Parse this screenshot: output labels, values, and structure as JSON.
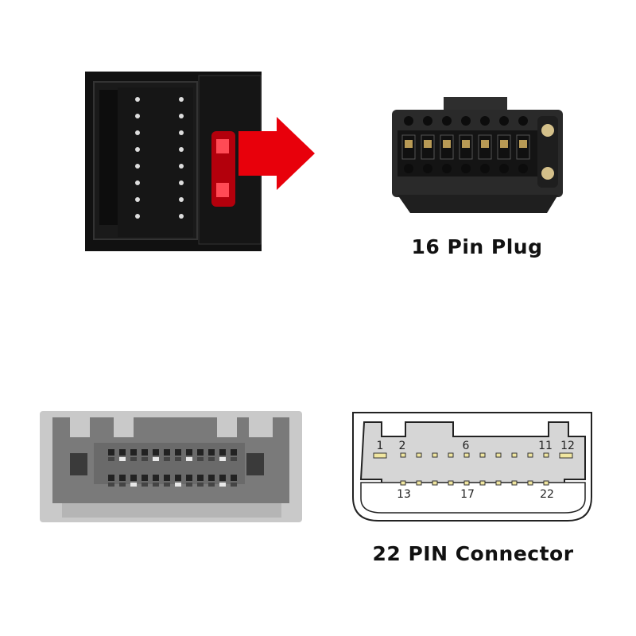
{
  "plug16": {
    "caption": "16 Pin Plug"
  },
  "connector22": {
    "caption": "22 PIN Connector",
    "pin_labels": {
      "p1": "1",
      "p2": "2",
      "p6": "6",
      "p11": "11",
      "p12": "12",
      "p13": "13",
      "p17": "17",
      "p22": "22"
    }
  },
  "colors": {
    "arrow": "#e8000b",
    "plug_body": "#2a2a2a",
    "connector_body": "#c9c9c9",
    "diagram_pin_highlight": "#f0e6a0"
  },
  "icons": [
    "arrow-right-icon"
  ]
}
